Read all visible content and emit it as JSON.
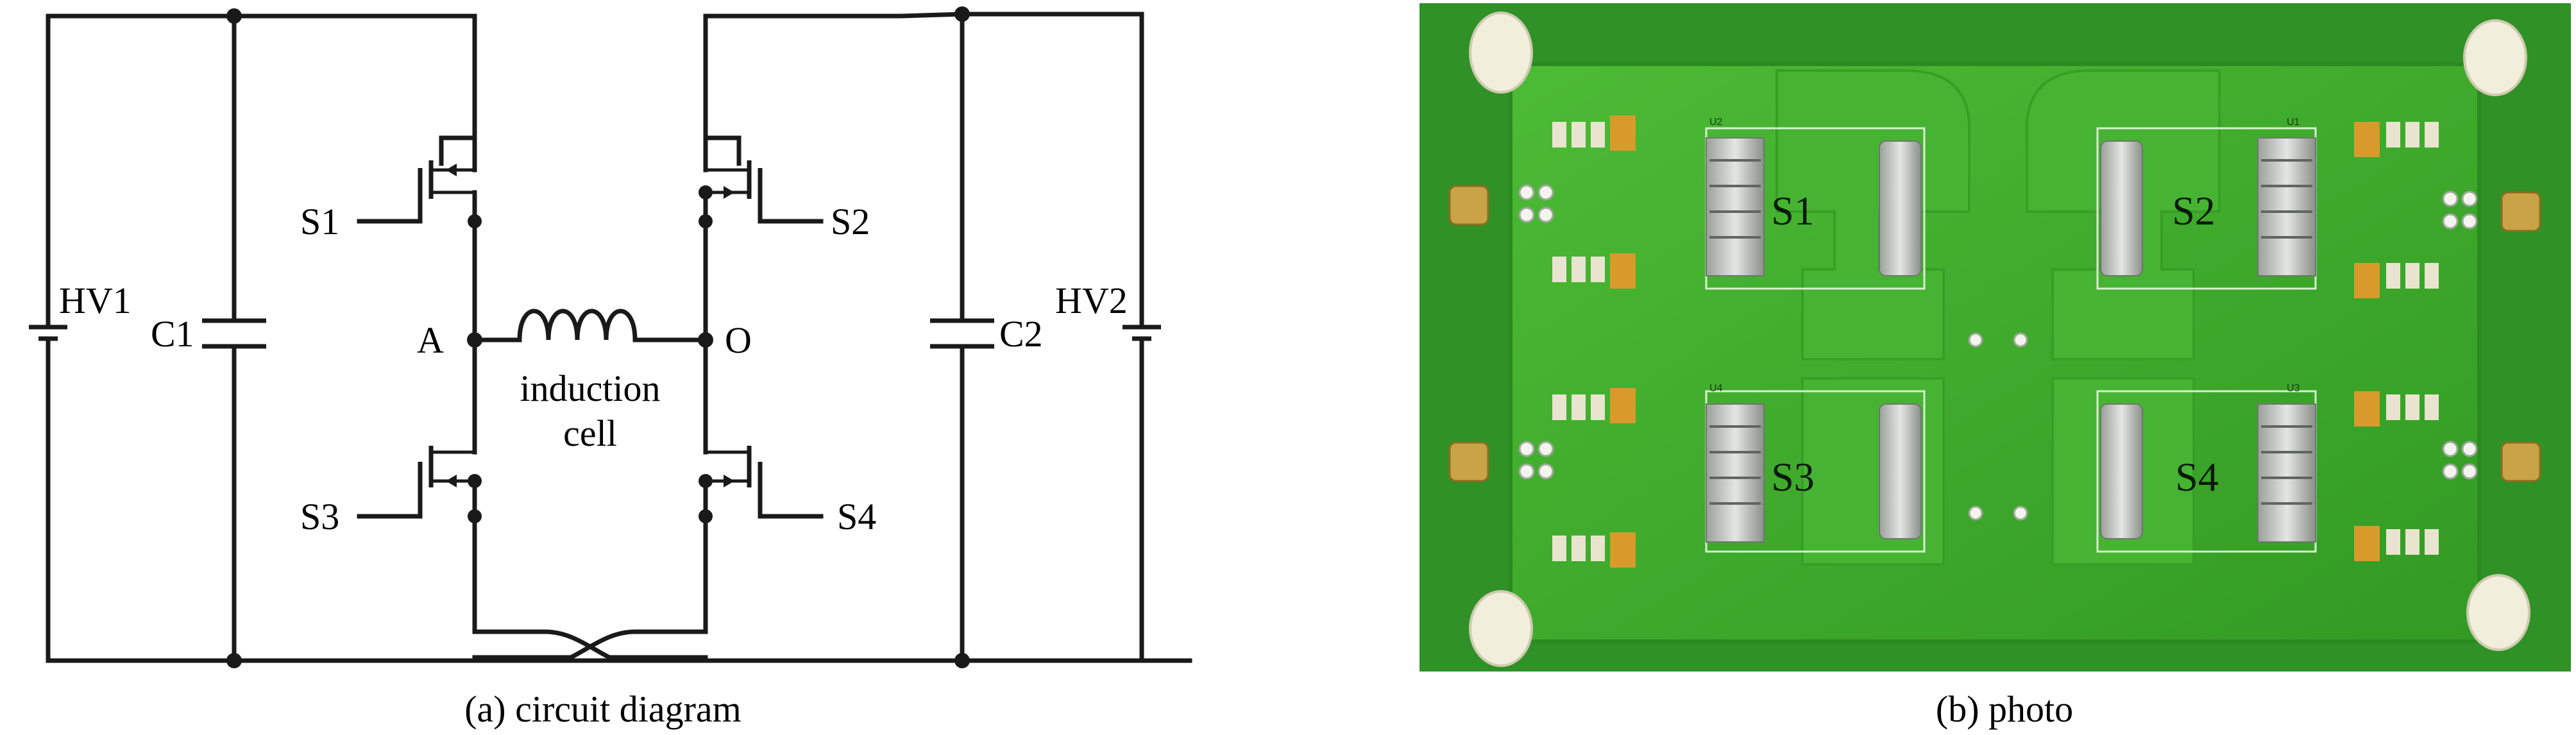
{
  "circuit": {
    "labels": {
      "hv1": "HV1",
      "hv2": "HV2",
      "c1": "C1",
      "c2": "C2",
      "s1": "S1",
      "s2": "S2",
      "s3": "S3",
      "s4": "S4",
      "node_a": "A",
      "node_o": "O",
      "inductor_line1": "induction",
      "inductor_line2": "cell"
    },
    "caption": "(a) circuit diagram"
  },
  "photo": {
    "switch_labels": {
      "s1": "S1",
      "s2": "S2",
      "s3": "S3",
      "s4": "S4"
    },
    "ic_labels": {
      "u1": "U1",
      "u2": "U2",
      "u3": "U3",
      "u4": "U4"
    },
    "caption": "(b) photo",
    "colors": {
      "board": "#3fae2c",
      "board_dark": "#2e8f22",
      "background": "#ffffff"
    }
  }
}
